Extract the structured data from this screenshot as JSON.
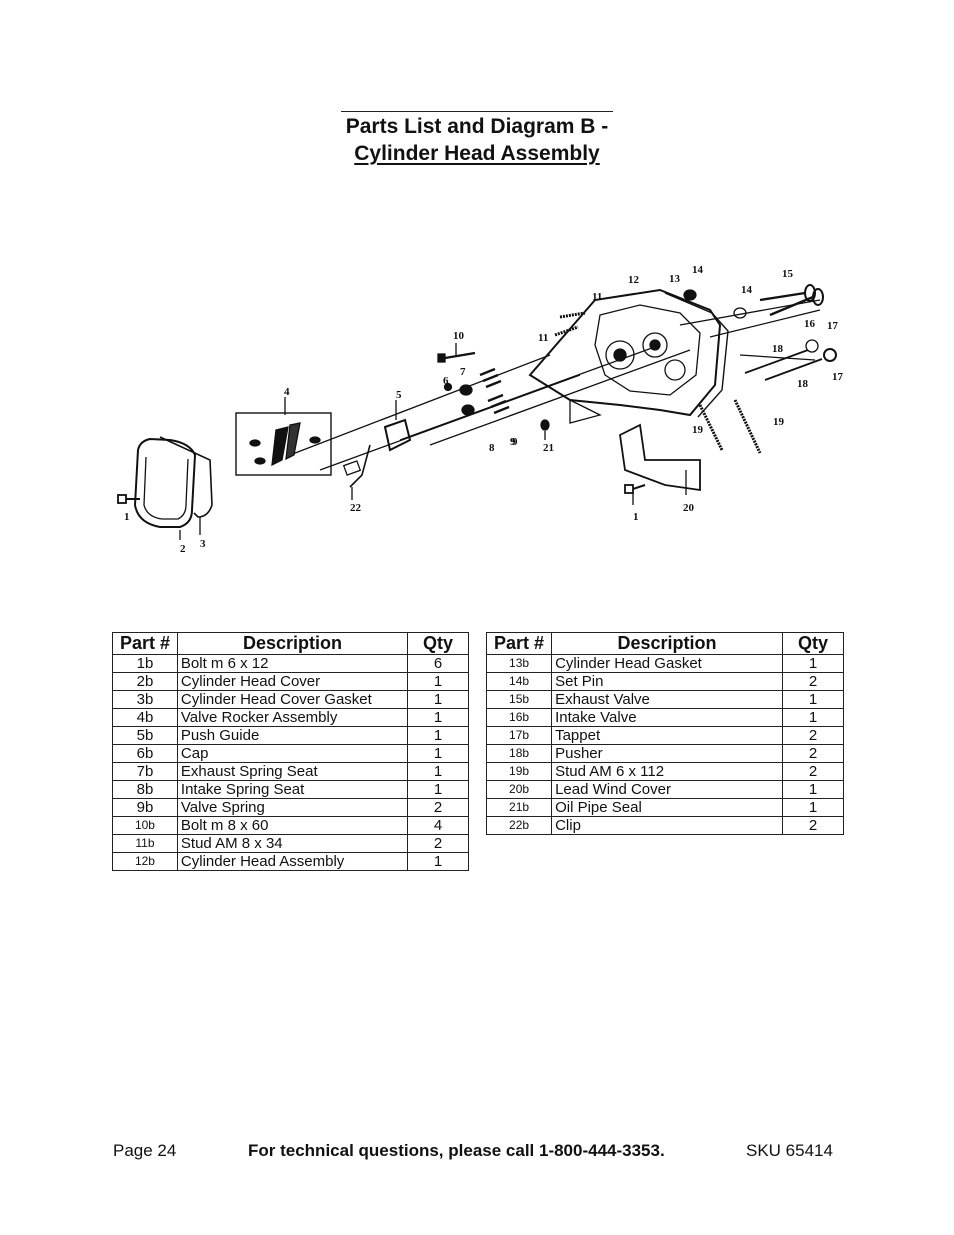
{
  "header": {
    "title_line1": "Parts List and Diagram B -",
    "title_line2": "Cylinder Head Assembly"
  },
  "diagram": {
    "callouts": [
      "1",
      "2",
      "3",
      "4",
      "5",
      "6",
      "7",
      "8",
      "9",
      "9",
      "10",
      "11",
      "11",
      "12",
      "13",
      "14",
      "14",
      "15",
      "16",
      "17",
      "17",
      "18",
      "18",
      "19",
      "19",
      "1",
      "20",
      "21",
      "22"
    ]
  },
  "table_headers": {
    "part": "Part #",
    "description": "Description",
    "qty": "Qty"
  },
  "parts_left": [
    {
      "part": "1b",
      "description": "Bolt m 6 x 12",
      "qty": "6"
    },
    {
      "part": "2b",
      "description": "Cylinder Head Cover",
      "qty": "1"
    },
    {
      "part": "3b",
      "description": "Cylinder Head Cover Gasket",
      "qty": "1"
    },
    {
      "part": "4b",
      "description": "Valve Rocker Assembly",
      "qty": "1"
    },
    {
      "part": "5b",
      "description": "Push Guide",
      "qty": "1"
    },
    {
      "part": "6b",
      "description": "Cap",
      "qty": "1"
    },
    {
      "part": "7b",
      "description": "Exhaust Spring Seat",
      "qty": "1"
    },
    {
      "part": "8b",
      "description": "Intake Spring Seat",
      "qty": "1"
    },
    {
      "part": "9b",
      "description": "Valve Spring",
      "qty": "2"
    },
    {
      "part": "10b",
      "description": "Bolt m 8 x 60",
      "qty": "4"
    },
    {
      "part": "11b",
      "description": "Stud AM 8 x 34",
      "qty": "2"
    },
    {
      "part": "12b",
      "description": "Cylinder Head Assembly",
      "qty": "1"
    }
  ],
  "parts_right": [
    {
      "part": "13b",
      "description": "Cylinder Head Gasket",
      "qty": "1"
    },
    {
      "part": "14b",
      "description": "Set Pin",
      "qty": "2"
    },
    {
      "part": "15b",
      "description": "Exhaust Valve",
      "qty": "1"
    },
    {
      "part": "16b",
      "description": "Intake Valve",
      "qty": "1"
    },
    {
      "part": "17b",
      "description": "Tappet",
      "qty": "2"
    },
    {
      "part": "18b",
      "description": "Pusher",
      "qty": "2"
    },
    {
      "part": "19b",
      "description": "Stud AM 6 x 112",
      "qty": "2"
    },
    {
      "part": "20b",
      "description": "Lead Wind Cover",
      "qty": "1"
    },
    {
      "part": "21b",
      "description": "Oil Pipe Seal",
      "qty": "1"
    },
    {
      "part": "22b",
      "description": "Clip",
      "qty": "2"
    }
  ],
  "footer": {
    "page": "Page 24",
    "tech": "For technical questions, please call 1-800-444-3353.",
    "sku": "SKU 65414"
  }
}
